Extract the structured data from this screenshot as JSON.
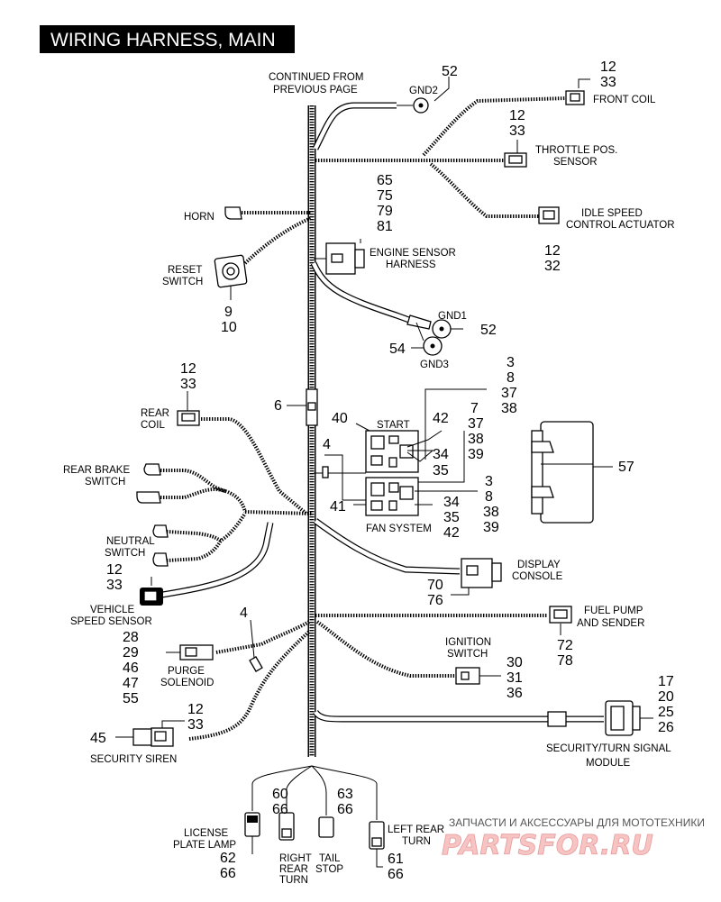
{
  "header": {
    "title": "WIRING HARNESS, MAIN"
  },
  "labels": {
    "continued": [
      "CONTINUED FROM",
      "PREVIOUS PAGE"
    ],
    "gnd2": "GND2",
    "front_coil": "FRONT  COIL",
    "throttle": [
      "THROTTLE POS.",
      "SENSOR"
    ],
    "idle": [
      "IDLE SPEED",
      "CONTROL ACTUATOR"
    ],
    "horn": "HORN",
    "reset": [
      "RESET",
      "SWITCH"
    ],
    "engine_sensor": [
      "ENGINE SENSOR",
      "HARNESS"
    ],
    "gnd1": "GND1",
    "gnd3": "GND3",
    "rear_coil": [
      "REAR",
      "COIL"
    ],
    "start": "START",
    "rear_brake": [
      "REAR BRAKE",
      "SWITCH"
    ],
    "fan_system": "FAN SYSTEM",
    "neutral": [
      "NEUTRAL",
      "SWITCH"
    ],
    "display": [
      "DISPLAY",
      "CONSOLE"
    ],
    "vss": [
      "VEHICLE",
      "SPEED SENSOR"
    ],
    "fuel_pump": [
      "FUEL PUMP",
      "AND SENDER"
    ],
    "purge": [
      "PURGE",
      "SOLENOID"
    ],
    "ignition": [
      "IGNITION",
      "SWITCH"
    ],
    "security_siren": "SECURITY SIREN",
    "security_module": [
      "SECURITY/TURN SIGNAL",
      "MODULE"
    ],
    "license": [
      "LICENSE",
      "PLATE LAMP"
    ],
    "right_rear": [
      "RIGHT",
      "REAR",
      "TURN"
    ],
    "tail_stop": [
      "TAIL",
      "STOP"
    ],
    "left_rear": [
      "LEFT REAR",
      "TURN"
    ]
  },
  "callouts": {
    "gnd2_num": "52",
    "front_coil_nums": [
      "12",
      "33"
    ],
    "throttle_nums": [
      "12",
      "33"
    ],
    "idle_nums": [
      "12",
      "32"
    ],
    "engine_nums": [
      "65",
      "75",
      "79",
      "81"
    ],
    "reset_nums": [
      "9",
      "10"
    ],
    "gnd1_num": "52",
    "gnd3_num": "54",
    "rear_coil_nums": [
      "12",
      "33"
    ],
    "connector_6": "6",
    "start_top_nums": [
      "3",
      "8",
      "37",
      "38"
    ],
    "start_num": "40",
    "start_42": "42",
    "start_right_nums": [
      "7",
      "37",
      "38",
      "39"
    ],
    "start_mid_nums": [
      "34",
      "35"
    ],
    "clip_4a": "4",
    "fan_num": "41",
    "fan_right_nums": [
      "3",
      "8"
    ],
    "fan_low_nums": [
      "34",
      "35",
      "42"
    ],
    "fan_far_nums": [
      "38",
      "39"
    ],
    "module_57": "57",
    "vss_nums": [
      "12",
      "33"
    ],
    "display_nums": [
      "70",
      "76"
    ],
    "clip_4b": "4",
    "purge_nums": [
      "28",
      "29",
      "46",
      "47",
      "55"
    ],
    "fuel_nums": [
      "72",
      "78"
    ],
    "ignition_nums": [
      "30",
      "31",
      "36"
    ],
    "siren_top_nums": [
      "12",
      "33"
    ],
    "siren_num": "45",
    "security_nums": [
      "17",
      "20",
      "25",
      "26"
    ],
    "right_rear_nums": [
      "60",
      "66"
    ],
    "tail_nums": [
      "63",
      "66"
    ],
    "license_nums": [
      "62",
      "66"
    ],
    "left_rear_nums": [
      "61",
      "66"
    ]
  },
  "watermark": {
    "caption": "ЗАПЧАСТИ И АКСЕССУАРЫ ДЛЯ МОТОТЕХНИКИ",
    "logo": "PARTSFOR.RU"
  },
  "colors": {
    "ink": "#000000",
    "background": "#ffffff",
    "logo": "#f7c4c4"
  }
}
